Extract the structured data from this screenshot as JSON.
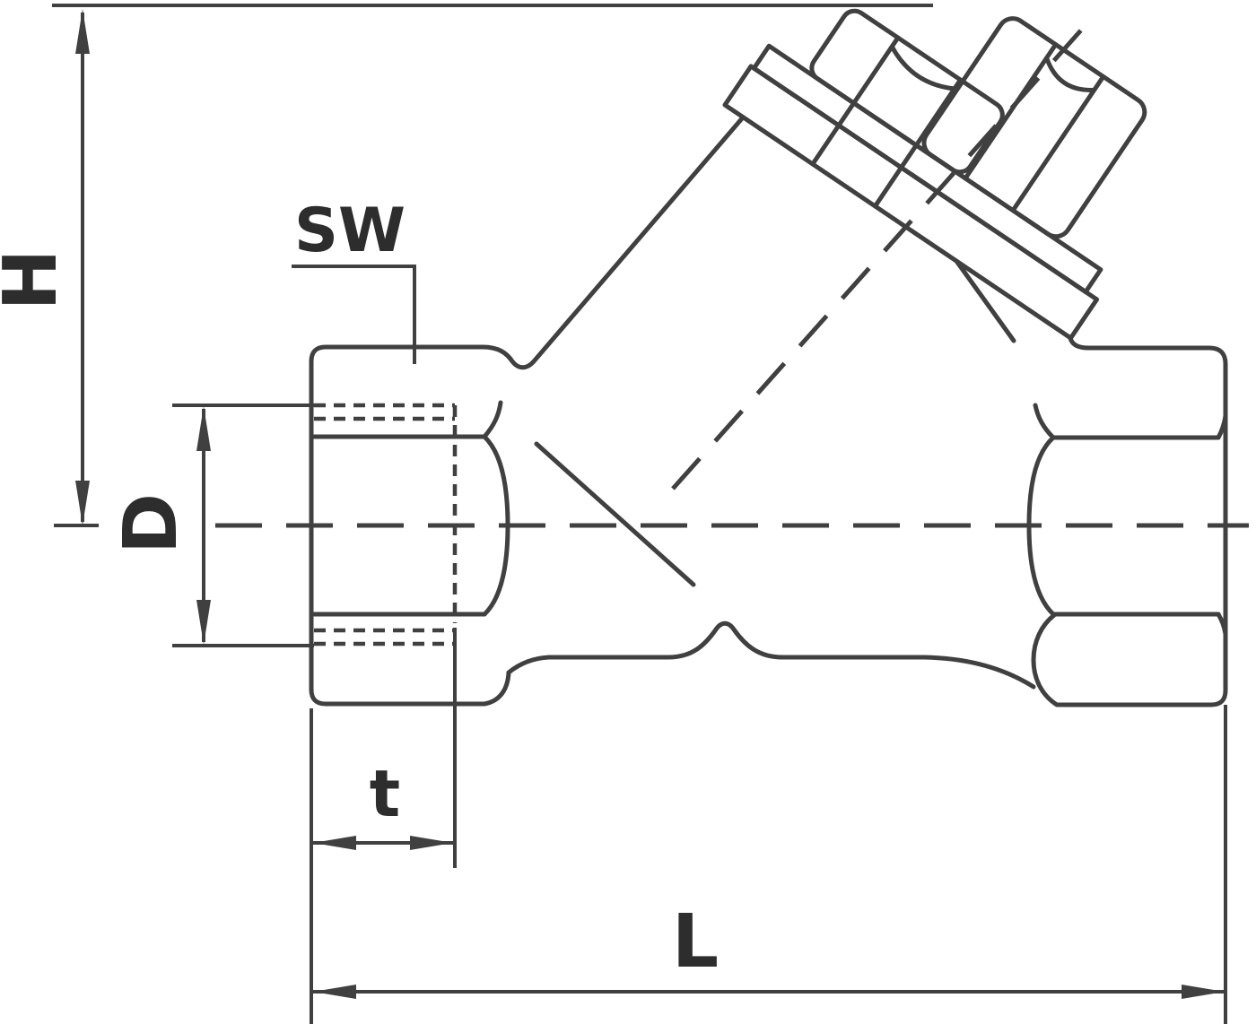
{
  "drawing": {
    "title": "Y-strainer valve dimensional drawing",
    "colors": {
      "line": "#404040",
      "label": "#2d2d2d",
      "background": "#ffffff"
    },
    "labels": {
      "height": "H",
      "wrench_size": "SW",
      "diameter": "D",
      "thread_depth": "t",
      "length": "L"
    }
  }
}
